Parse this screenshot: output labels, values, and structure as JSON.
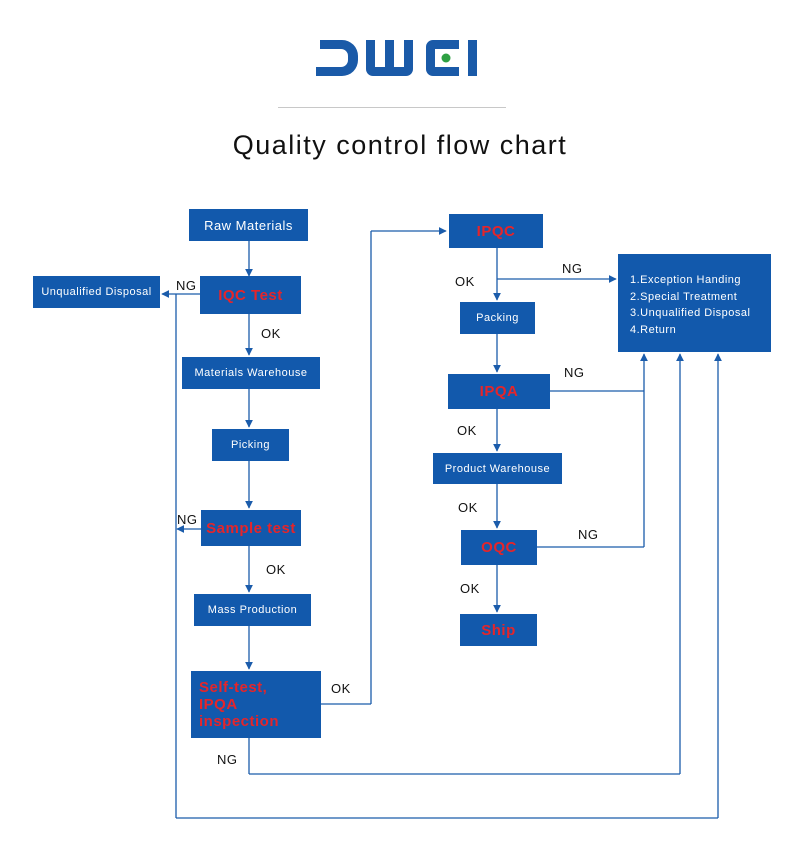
{
  "brand": {
    "logo_text": "DWEI",
    "logo_color": "#1a5aa8",
    "logo_dot_color": "#2ea043"
  },
  "title": "Quality control flow chart",
  "colors": {
    "box": "#1259ac",
    "box_text": "#ffffff",
    "highlight_text": "#e5252a",
    "line": "#1b5cab"
  },
  "nodes": {
    "raw_materials": "Raw Materials",
    "unqualified_disposal": "Unqualified Disposal",
    "iqc_test": "IQC Test",
    "materials_warehouse": "Materials Warehouse",
    "picking": "Picking",
    "sample_test": "Sample test",
    "mass_production": "Mass Production",
    "self_test_line1": "Self-test,",
    "self_test_line2": "IPQA inspection",
    "ipqc": "IPQC",
    "packing": "Packing",
    "ipqa": "IPQA",
    "product_warehouse": "Product Warehouse",
    "oqc": "OQC",
    "ship": "Ship",
    "handling": [
      "1.Exception Handing",
      "2.Special Treatment",
      "3.Unqualified Disposal",
      "4.Return"
    ]
  },
  "edge_labels": {
    "iqc_ng": "NG",
    "iqc_ok": "OK",
    "sample_ng": "NG",
    "sample_ok": "OK",
    "self_ok": "OK",
    "self_ng": "NG",
    "ipqc_ok": "OK",
    "ipqc_ng": "NG",
    "ipqa_ng": "NG",
    "ipqa_ok": "OK",
    "pw_ok": "OK",
    "oqc_ng": "NG",
    "oqc_ok": "OK"
  }
}
